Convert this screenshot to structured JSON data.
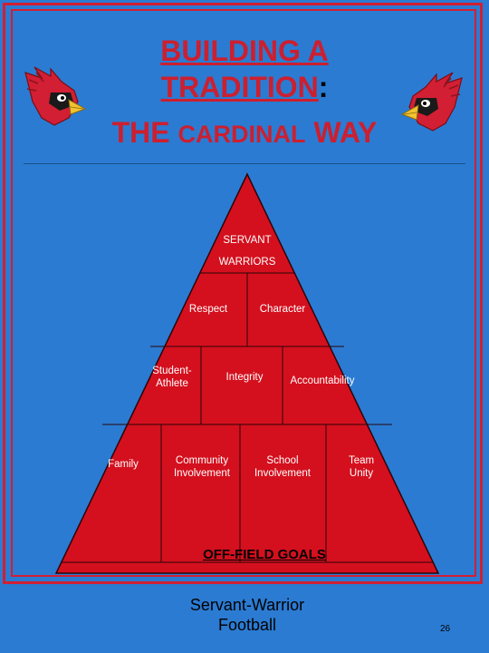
{
  "title": {
    "line1": "BUILDING A",
    "line2": "TRADITION",
    "line2_colon": ":",
    "line3_a": "THE ",
    "line3_b": "CARDINAL",
    "line3_c": " WAY"
  },
  "pyramid": {
    "apex": [
      "SERVANT",
      "WARRIORS"
    ],
    "row2": [
      "Respect",
      "Character"
    ],
    "row3": [
      "Student-\nAthlete",
      "Integrity",
      "Accountability"
    ],
    "row4": [
      "Family",
      "Community\nInvolvement",
      "School\nInvolvement",
      "Team\nUnity"
    ],
    "base_label": "OFF-FIELD GOALS"
  },
  "footer": {
    "line1": "Servant-Warrior",
    "line2": "Football"
  },
  "slide_number": "26",
  "colors": {
    "background": "#2b7bd2",
    "accent_red": "#cc1f2f",
    "pyramid_fill": "#d4101e"
  },
  "icons": [
    "cardinal-head-icon-left",
    "cardinal-head-icon-right"
  ]
}
